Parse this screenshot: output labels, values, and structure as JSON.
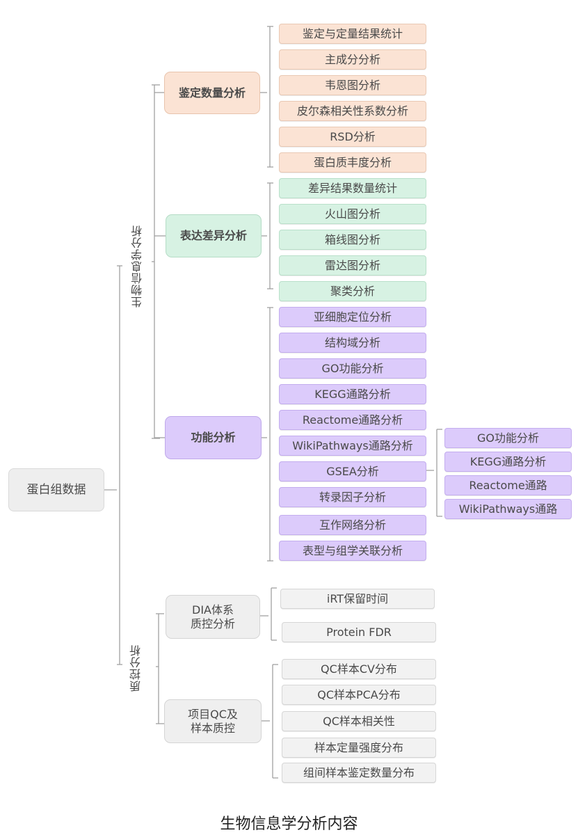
{
  "root": "蛋白组数据",
  "branch_bio": "生物信息学分析",
  "branch_qc": "质控分析",
  "groups": {
    "quant": {
      "label": "鉴定数量分析",
      "items": [
        "鉴定与定量结果统计",
        "主成分分析",
        "韦恩图分析",
        "皮尔森相关性系数分析",
        "RSD分析",
        "蛋白质丰度分析"
      ]
    },
    "diff": {
      "label": "表达差异分析",
      "items": [
        "差异结果数量统计",
        "火山图分析",
        "箱线图分析",
        "雷达图分析",
        "聚类分析"
      ]
    },
    "func": {
      "label": "功能分析",
      "items": [
        "亚细胞定位分析",
        "结构域分析",
        "GO功能分析",
        "KEGG通路分析",
        "Reactome通路分析",
        "WikiPathways通路分析",
        "GSEA分析",
        "转录因子分析",
        "互作网络分析",
        "表型与组学关联分析"
      ]
    },
    "gsea": {
      "items": [
        "GO功能分析",
        "KEGG通路分析",
        "Reactome通路",
        "WikiPathways通路"
      ]
    },
    "dia": {
      "label_line1": "DIA体系",
      "label_line2": "质控分析",
      "items": [
        "iRT保留时间",
        "Protein FDR"
      ]
    },
    "proj": {
      "label_line1": "项目QC及",
      "label_line2": "样本质控",
      "items": [
        "QC样本CV分布",
        "QC样本PCA分布",
        "QC样本相关性",
        "样本定量强度分布",
        "组间样本鉴定数量分布"
      ]
    }
  },
  "caption": "生物信息学分析内容",
  "colors": {
    "orange": "#fbe3d4",
    "green": "#d7f2e3",
    "purple": "#dccbfb",
    "gray": "#efefef",
    "line": "#9a9a9a"
  }
}
